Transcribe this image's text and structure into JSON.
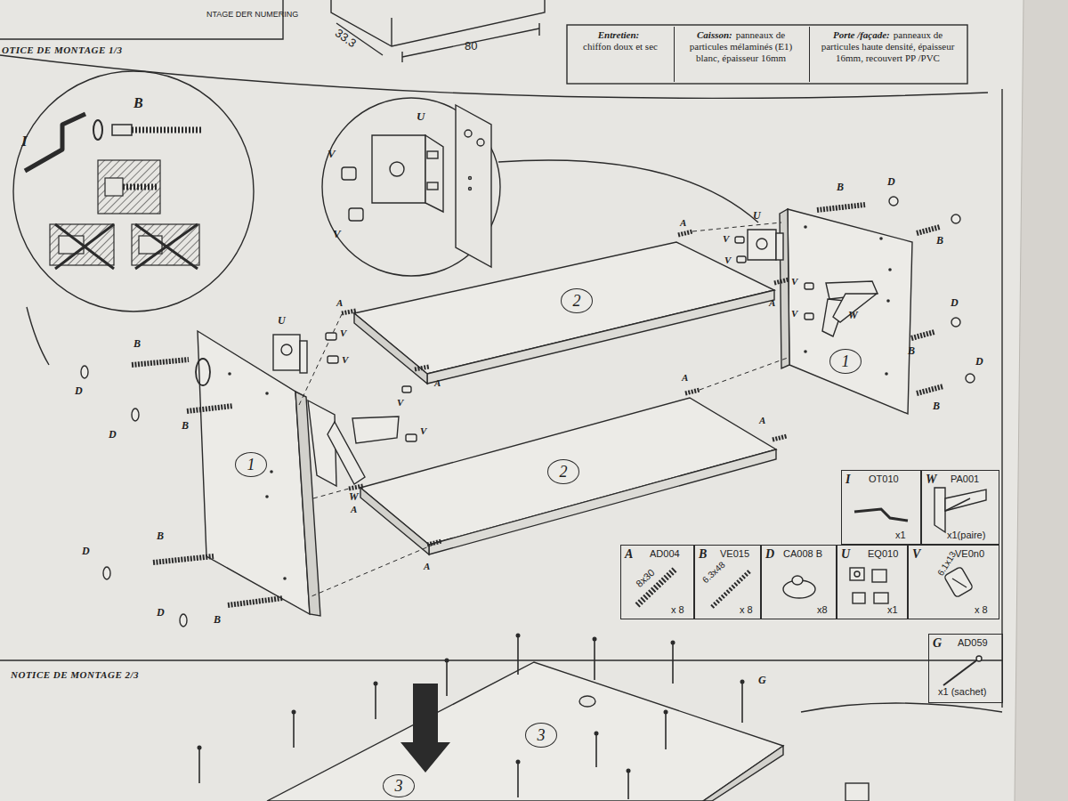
{
  "diagram": {
    "nodes": [
      {
        "text": [
          "Entretien:",
          "chiffon doux et sec"
        ]
      },
      {
        "text": [
          "Caisson:",
          "panneaux de particules mélaminés (E1) blanc, épaisseur 16mm"
        ]
      },
      {
        "text": [
          "Porte /façade:",
          "panneaux de particules haute densité, épaisseur 16mm, recouvert PP /PVC"
        ]
      },
      {
        "text": [
          "2"
        ]
      },
      {
        "text": [
          "1"
        ]
      },
      {
        "text": [
          "1"
        ]
      },
      {
        "text": [
          "2"
        ]
      },
      {
        "text": [
          "I",
          "OT010",
          "x1"
        ]
      },
      {
        "text": [
          "W",
          "PA001",
          "x1(paire)"
        ]
      },
      {
        "text": [
          "A",
          "AD004",
          "8x30",
          "x 8"
        ]
      },
      {
        "text": [
          "B",
          "VE015",
          "6.3x48",
          "x 8"
        ]
      },
      {
        "text": [
          "D",
          "CA008 B",
          "x8"
        ]
      },
      {
        "text": [
          "U",
          "EQ010",
          "x1"
        ]
      },
      {
        "text": [
          "V",
          "VE0n0",
          "6.1x13",
          "x 8"
        ]
      },
      {
        "text": [
          "G",
          "AD059",
          "x1 (sachet)"
        ]
      },
      {
        "text": [
          "3"
        ]
      },
      {
        "text": [
          "3"
        ]
      }
    ],
    "labels": [
      "NTAGE DER NUMERING",
      "33.3",
      "80",
      "OTICE DE MONTAGE 1/3",
      "I",
      "B",
      "U",
      "V",
      "V",
      "B",
      "D",
      "U",
      "A",
      "V",
      "V",
      "B",
      "A",
      "V",
      "V",
      "W",
      "D",
      "B",
      "D",
      "B",
      "A",
      "A",
      "A",
      "U",
      "B",
      "V",
      "V",
      "D",
      "A",
      "V",
      "B",
      "D",
      "V",
      "W",
      "A",
      "B",
      "D",
      "A",
      "B",
      "D",
      "NOTICE DE MONTAGE 2/3",
      "G"
    ]
  }
}
